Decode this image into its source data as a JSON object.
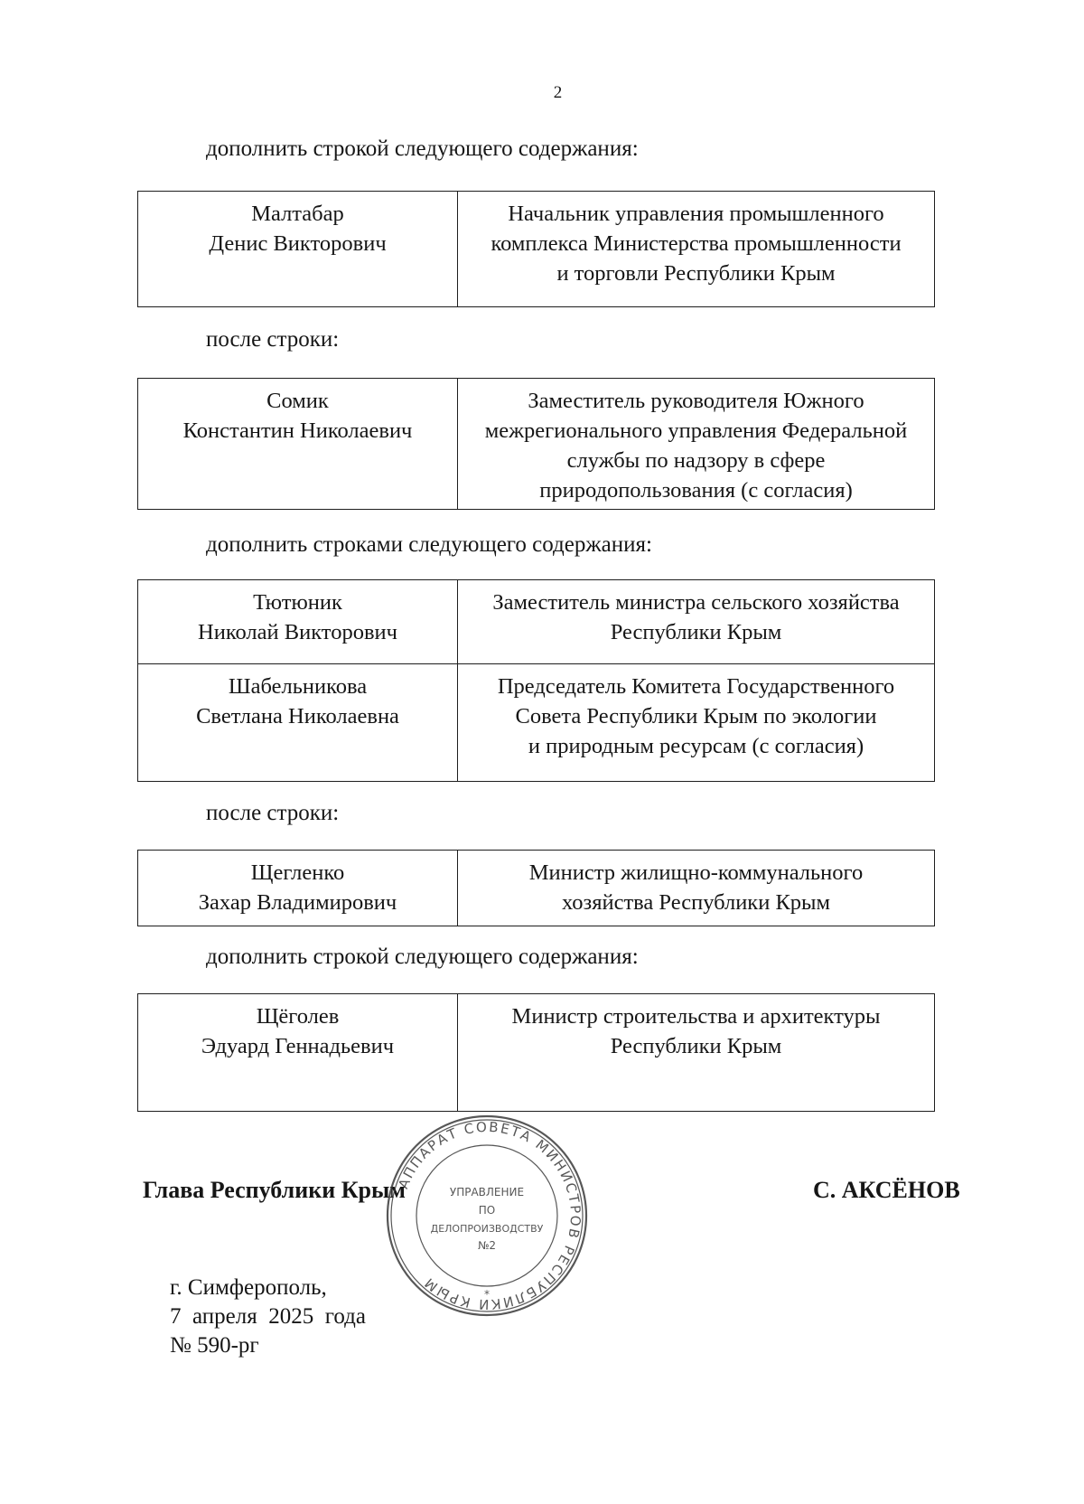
{
  "page_number": "2",
  "blocks": [
    {
      "intro": "дополнить строкой следующего содержания:",
      "rows": [
        {
          "name": [
            "Малтабар",
            "Денис Викторович"
          ],
          "position": [
            "Начальник управления промышленного",
            "комплекса Министерства промышленности",
            "и торговли Республики Крым"
          ]
        }
      ]
    },
    {
      "intro": "после строки:",
      "rows": [
        {
          "name": [
            "Сомик",
            "Константин Николаевич"
          ],
          "position": [
            "Заместитель руководителя Южного",
            "межрегионального управления Федеральной",
            "службы по надзору в сфере",
            "природопользования (с согласия)"
          ]
        }
      ]
    },
    {
      "intro": "дополнить строками следующего содержания:",
      "rows": [
        {
          "name": [
            "Тютюник",
            "Николай Викторович"
          ],
          "position": [
            "Заместитель министра сельского хозяйства",
            "Республики Крым"
          ]
        },
        {
          "name": [
            "Шабельникова",
            "Светлана Николаевна"
          ],
          "position": [
            "Председатель Комитета Государственного",
            "Совета Республики Крым по экологии",
            "и природным ресурсам (с согласия)"
          ]
        }
      ]
    },
    {
      "intro": "после строки:",
      "rows": [
        {
          "name": [
            "Щегленко",
            "Захар Владимирович"
          ],
          "position": [
            "Министр жилищно-коммунального",
            "хозяйства Республики Крым"
          ]
        }
      ]
    },
    {
      "intro": "дополнить строкой следующего содержания:",
      "rows": [
        {
          "name": [
            "Щёголев",
            "Эдуард Геннадьевич"
          ],
          "position": [
            "Министр строительства и архитектуры",
            "Республики Крым"
          ]
        }
      ]
    }
  ],
  "signature": {
    "title": "Глава Республики Крым",
    "name": "С. АКСЁНОВ"
  },
  "place_date": {
    "city": "г. Симферополь,",
    "date": "7  апреля  2025  года",
    "number": "№ 590-рг"
  },
  "seal": {
    "outer_text": "АППАРАТ СОВЕТА МИНИСТРОВ РЕСПУБЛИКИ КРЫМ",
    "inner_lines": [
      "УПРАВЛЕНИЕ",
      "ПО",
      "ДЕЛОПРОИЗВОДСТВУ",
      "№2"
    ],
    "color": "#3a3a3a"
  }
}
